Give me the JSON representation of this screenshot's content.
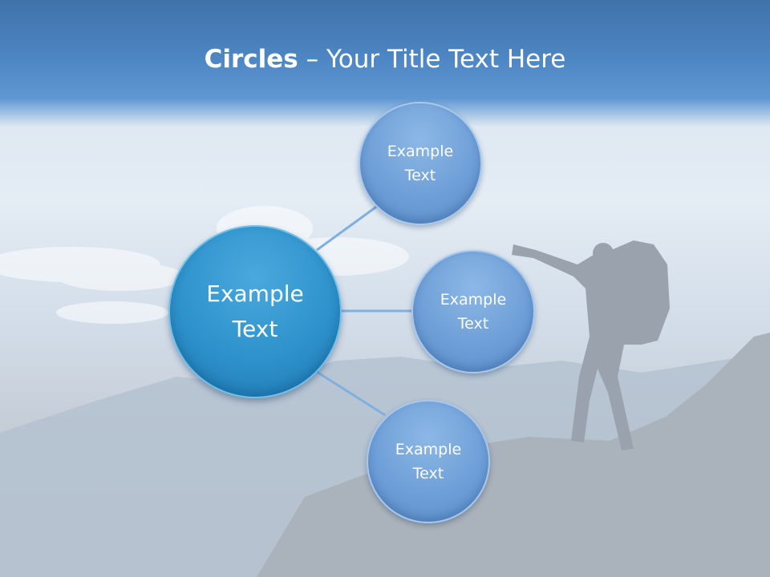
{
  "slide": {
    "title_bold": "Circles",
    "title_rest": " – Your Title Text Here"
  },
  "diagram": {
    "center": {
      "label": "Example\nText"
    },
    "nodes": [
      {
        "label": "Example\nText"
      },
      {
        "label": "Example\nText"
      },
      {
        "label": "Example\nText"
      }
    ]
  },
  "colors": {
    "center_fill": "#2e92cb",
    "node_fill": "#6f9fd8",
    "connector": "#7fb0e0",
    "title_band": "#4d86c4"
  }
}
